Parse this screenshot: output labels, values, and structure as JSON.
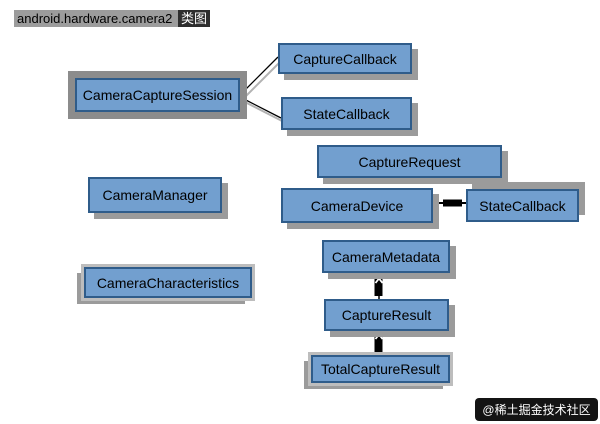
{
  "title": {
    "text": "android.hardware.camera2 ",
    "highlight": "类图"
  },
  "diagram": {
    "nodes": [
      {
        "id": "CameraCaptureSession",
        "label": "CameraCaptureSession",
        "selected": true
      },
      {
        "id": "CaptureCallback",
        "label": "CaptureCallback",
        "selected": false
      },
      {
        "id": "StateCallback_session",
        "label": "StateCallback",
        "selected": false
      },
      {
        "id": "CaptureRequest",
        "label": "CaptureRequest",
        "selected": false
      },
      {
        "id": "CameraManager",
        "label": "CameraManager",
        "selected": false
      },
      {
        "id": "CameraDevice",
        "label": "CameraDevice",
        "selected": false
      },
      {
        "id": "StateCallback_device",
        "label": "StateCallback",
        "selected": false
      },
      {
        "id": "CameraMetadata",
        "label": "CameraMetadata",
        "selected": false
      },
      {
        "id": "CameraCharacteristics",
        "label": "CameraCharacteristics",
        "selected": false
      },
      {
        "id": "CaptureResult",
        "label": "CaptureResult",
        "selected": false
      },
      {
        "id": "TotalCaptureResult",
        "label": "TotalCaptureResult",
        "selected": false
      }
    ],
    "edges": [
      {
        "from": "CameraCaptureSession",
        "to": "CaptureCallback",
        "type": "association-line"
      },
      {
        "from": "CameraCaptureSession",
        "to": "StateCallback_session",
        "type": "association-line"
      },
      {
        "from": "CameraDevice",
        "to": "StateCallback_device",
        "type": "thick-association"
      },
      {
        "from": "CaptureResult",
        "to": "CameraMetadata",
        "type": "inheritance-up-arrow"
      },
      {
        "from": "TotalCaptureResult",
        "to": "CaptureResult",
        "type": "inheritance-up-arrow"
      }
    ]
  },
  "colors": {
    "node_fill": "#729fcf",
    "node_border": "#2f5c8a",
    "shadow_gray": "#9b9b9b",
    "connector_black": "#000000",
    "title_highlight_bg": "#9c9c9c",
    "watermark_bg": "#141414"
  },
  "watermark": {
    "text": "@稀土掘金技术社区"
  }
}
